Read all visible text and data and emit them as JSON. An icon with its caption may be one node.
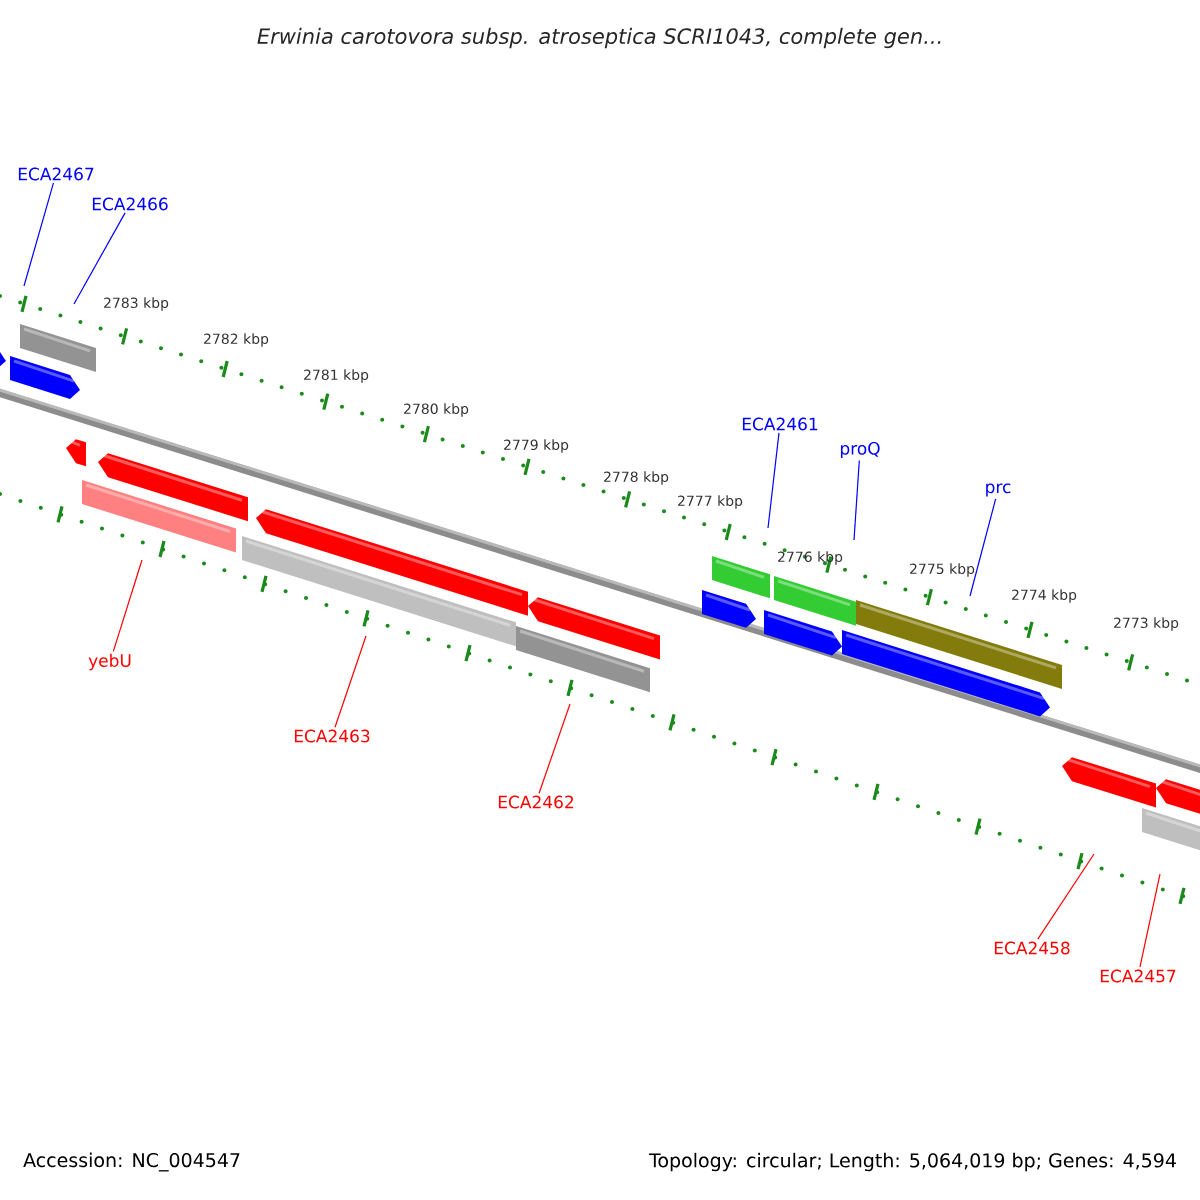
{
  "diagram": {
    "title": "Erwinia carotovora subsp. atroseptica SCRI1043, complete gen...",
    "nodes": [
      {
        "text": [
          "ECA2467"
        ]
      },
      {
        "text": [
          "ECA2466"
        ]
      },
      {
        "text": [
          "ECA2461"
        ]
      },
      {
        "text": [
          "proQ"
        ]
      },
      {
        "text": [
          "prc"
        ]
      },
      {
        "text": [
          "yebU"
        ]
      },
      {
        "text": [
          "ECA2463"
        ]
      },
      {
        "text": [
          "ECA2462"
        ]
      },
      {
        "text": [
          "ECA2458"
        ]
      },
      {
        "text": [
          "ECA2457"
        ]
      }
    ],
    "edges": [
      {
        "from": 0,
        "to": null,
        "arrow": "none"
      },
      {
        "from": 1,
        "to": null,
        "arrow": "none"
      },
      {
        "from": 2,
        "to": null,
        "arrow": "none"
      },
      {
        "from": 3,
        "to": null,
        "arrow": "none"
      },
      {
        "from": 4,
        "to": null,
        "arrow": "none"
      },
      {
        "from": 5,
        "to": null,
        "arrow": "none",
        "color": "#ff0000"
      },
      {
        "from": 6,
        "to": null,
        "arrow": "none",
        "color": "#ff0000"
      },
      {
        "from": 7,
        "to": null,
        "arrow": "none",
        "color": "#ff0000"
      },
      {
        "from": 8,
        "to": null,
        "arrow": "none",
        "color": "#ff0000"
      },
      {
        "from": 9,
        "to": null,
        "arrow": "none",
        "color": "#ff0000"
      }
    ],
    "labels": [
      "2783 kbp",
      "2782 kbp",
      "2781 kbp",
      "2780 kbp",
      "2779 kbp",
      "2778 kbp",
      "2777 kbp",
      "2776 kbp",
      "2775 kbp",
      "2774 kbp",
      "2773 kbp",
      "Accession: NC_004547",
      "Topology: circular; Length: 5,064,019 bp; Genes: 4,594"
    ]
  }
}
